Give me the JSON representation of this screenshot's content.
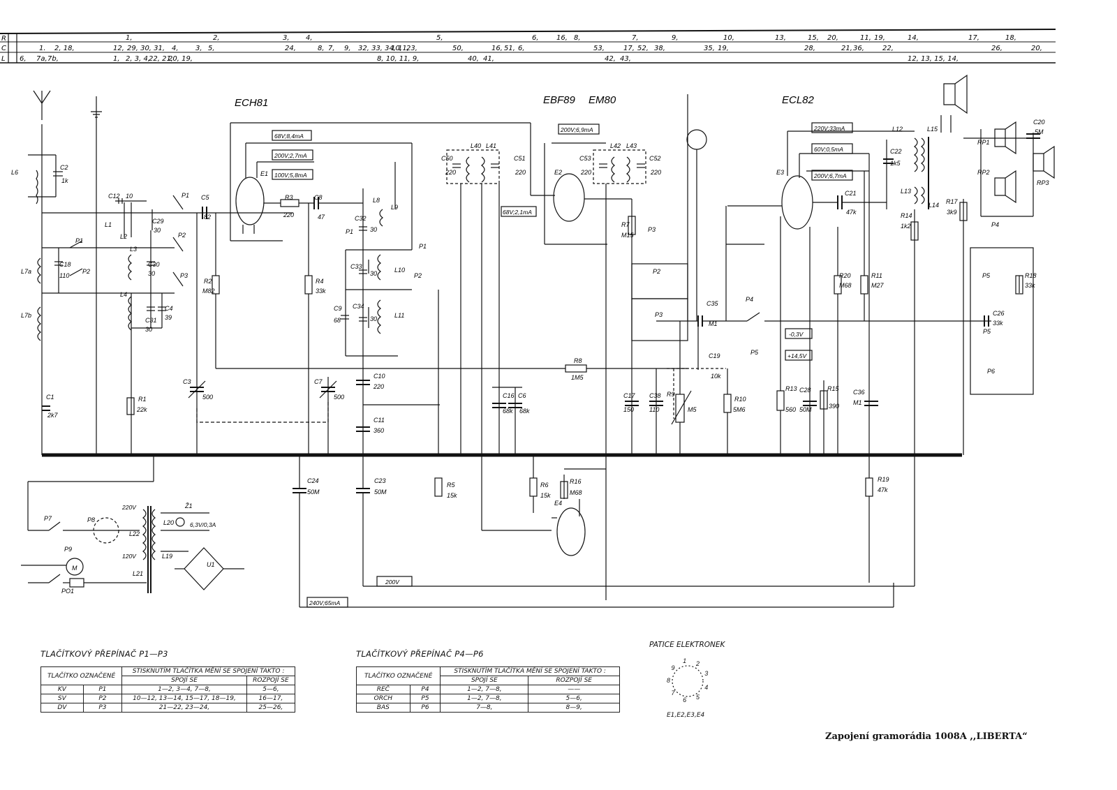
{
  "header_rows": {
    "r": {
      "code": "R",
      "cells": [
        "1,",
        "2,",
        "3,",
        "4,",
        "5,",
        "6,",
        "16,",
        "8,",
        "7,",
        "9,",
        "10,",
        "13,",
        "15,",
        "20,",
        "11,",
        "19,",
        "14,",
        "17,",
        "18,"
      ]
    },
    "c": {
      "code": "C",
      "cells": [
        "1.",
        "2, 18,",
        "12,",
        "29, 30, 31,",
        "4,",
        "3,",
        "5,",
        "24,",
        "8,",
        "7,",
        "9,",
        "32, 33, 34,",
        "10,",
        "11,",
        "23,",
        "50,",
        "16,",
        "51,",
        "6,",
        "53,",
        "17,",
        "52,",
        "38,",
        "35,",
        "19,",
        "28,",
        "21,",
        "36,",
        "22,",
        "26,",
        "20,"
      ]
    },
    "l": {
      "code": "L",
      "cells": [
        "6,",
        "7a,",
        "7b,",
        "1,",
        "2, 3, 4,",
        "22, 21,",
        "20, 19,",
        "8, 10, 11, 9,",
        "40,",
        "41,",
        "42,",
        "43,",
        "12, 13, 15, 14,"
      ]
    }
  },
  "tubes": {
    "ech81": "ECH81",
    "ebf89": "EBF89",
    "em80": "EM80",
    "ecl82": "ECL82",
    "e1": "E1",
    "e2": "E2",
    "e3": "E3",
    "e4": "E4"
  },
  "voltages": {
    "v68": "68V;8,4mA",
    "v200a": "200V;2,7mA",
    "v100": "100V;5,8mA",
    "v200b": "200V;6,9mA",
    "v68b": "68V;2,1mA",
    "v220": "220V;33mA",
    "v60": "60V;0,5mA",
    "v200c": "200V;6,7mA",
    "vm03": "-0,3V",
    "vp145": "+14,5V",
    "v200d": "200V",
    "v240": "240V;65mA",
    "v220t": "220V",
    "v120t": "120V",
    "lamp": "6,3V/0,3A"
  },
  "components": {
    "c1": "C1",
    "c1v": "2k7",
    "c2": "C2",
    "c2v": "1k",
    "c3": "C3",
    "c3v": "500",
    "c4": "C4",
    "c4v": "39",
    "c5": "C5",
    "c5v": "82",
    "c6": "C6",
    "c6v": "68k",
    "c7": "C7",
    "c7v": "500",
    "c8": "C8",
    "c8v": "47",
    "c9": "C9",
    "c9v": "68",
    "c10": "C10",
    "c10v": "220",
    "c11": "C11",
    "c11v": "360",
    "c12": "C12",
    "c12v": "10",
    "c16": "C16",
    "c16v": "68k",
    "c17": "C17",
    "c17v": "150",
    "c18": "C18",
    "c18v": "110",
    "c19": "C19",
    "c19v": "10k",
    "c20": "C20",
    "c20v": "5M",
    "c21": "C21",
    "c21v": "47k",
    "c22": "C22",
    "c22v": "1k5",
    "c23": "C23",
    "c23v": "50M",
    "c24": "C24",
    "c24v": "50M",
    "c26": "C26",
    "c26v": "33k",
    "c28": "C28",
    "c28v": "50M",
    "c29": "C29",
    "c29v": "30",
    "c30": "C30",
    "c30v": "30",
    "c31": "C31",
    "c31v": "30",
    "c32": "C32",
    "c32v": "30",
    "c33": "C33",
    "c33v": "30",
    "c34": "C34",
    "c34v": "30",
    "c35": "C35",
    "c35v": "M1",
    "c36": "C36",
    "c36v": "M1",
    "c38": "C38",
    "c38v": "110",
    "c50": "C50",
    "c50v": "220",
    "c51": "C51",
    "c51v": "220",
    "c52": "C52",
    "c52v": "220",
    "c53": "C53",
    "c53v": "220",
    "r1": "R1",
    "r1v": "22k",
    "r2": "R2",
    "r2v": "M82",
    "r3": "R3",
    "r3v": "220",
    "r4": "R4",
    "r4v": "33k",
    "r5": "R5",
    "r5v": "15k",
    "r6": "R6",
    "r6v": "15k",
    "r7": "R7",
    "r7v": "M15",
    "r8": "R8",
    "r8v": "1M5",
    "r9": "R9",
    "r9v": "M5",
    "r10": "R10",
    "r10v": "5M6",
    "r11": "R11",
    "r11v": "M27",
    "r13": "R13",
    "r13v": "560",
    "r14": "R14",
    "r14v": "1k2",
    "r15": "R15",
    "r15v": "390",
    "r16": "R16",
    "r16v": "M68",
    "r17": "R17",
    "r17v": "3k9",
    "r18": "R18",
    "r18v": "33k",
    "r19": "R19",
    "r19v": "47k",
    "r20": "R20",
    "r20v": "M68",
    "l1": "L1",
    "l2": "L2",
    "l3": "L3",
    "l4": "L4",
    "l6": "L6",
    "l7a": "L7a",
    "l7b": "L7b",
    "l8": "L8",
    "l9": "L9",
    "l10": "L10",
    "l11": "L11",
    "l12": "L12",
    "l13": "L13",
    "l14": "L14",
    "l15": "L15",
    "l19": "L19",
    "l20": "L20",
    "l21": "L21",
    "l22": "L22",
    "l40": "L40",
    "l41": "L41",
    "l42": "L42",
    "l43": "L43",
    "p1": "P1",
    "p2": "P2",
    "p3": "P3",
    "p4": "P4",
    "p5": "P5",
    "p6": "P6",
    "p7": "P7",
    "p8": "P8",
    "p9": "P9",
    "po1": "PO1",
    "u1": "U1",
    "z1": "Ž1",
    "m": "M",
    "rp1": "RP1",
    "rp2": "RP2",
    "rp3": "RP3"
  },
  "table1": {
    "title": "TLAČÍTKOVÝ PŘEPÍNAČ P1—P3",
    "h_button": "TLAČÍTKO OZNAČENÉ",
    "h_action": "STISKNUTÍM TLAČÍTKA MĚNÍ SE SPOJENÍ TAKTO :",
    "h_connect": "SPOJÍ SE",
    "h_disconnect": "ROZPOJÍ SE",
    "rows": [
      {
        "label": "KV",
        "sw": "P1",
        "connect": "1—2, 3—4, 7—8,",
        "disconnect": "5—6,"
      },
      {
        "label": "SV",
        "sw": "P2",
        "connect": "10—12, 13—14, 15—17, 18—19,",
        "disconnect": "16—17,"
      },
      {
        "label": "DV",
        "sw": "P3",
        "connect": "21—22, 23—24,",
        "disconnect": "25—26,"
      }
    ]
  },
  "table2": {
    "title": "TLAČÍTKOVÝ PŘEPÍNAČ P4—P6",
    "h_button": "TLAČÍTKO OZNAČENÉ",
    "h_action": "STISKNUTÍM TLAČÍTKA MĚNÍ SE SPOJENÍ TAKTO :",
    "h_connect": "SPOJÍ SE",
    "h_disconnect": "ROZPOJÍ SE",
    "rows": [
      {
        "label": "REČ",
        "sw": "P4",
        "connect": "1—2, 7—8,",
        "disconnect": "——"
      },
      {
        "label": "ORCH",
        "sw": "P5",
        "connect": "1—2, 7—8,",
        "disconnect": "5—6,"
      },
      {
        "label": "BAS",
        "sw": "P6",
        "connect": "7—8,",
        "disconnect": "8—9,"
      }
    ]
  },
  "pinout": {
    "title": "PATICE ELEKTRONEK",
    "pins": [
      "1",
      "2",
      "3",
      "4",
      "5",
      "6",
      "7",
      "8",
      "9"
    ],
    "caption": "E1,E2,E3,E4"
  },
  "doc_title": "Zapojení gramorádia 1008A ,,LIBERTA“"
}
